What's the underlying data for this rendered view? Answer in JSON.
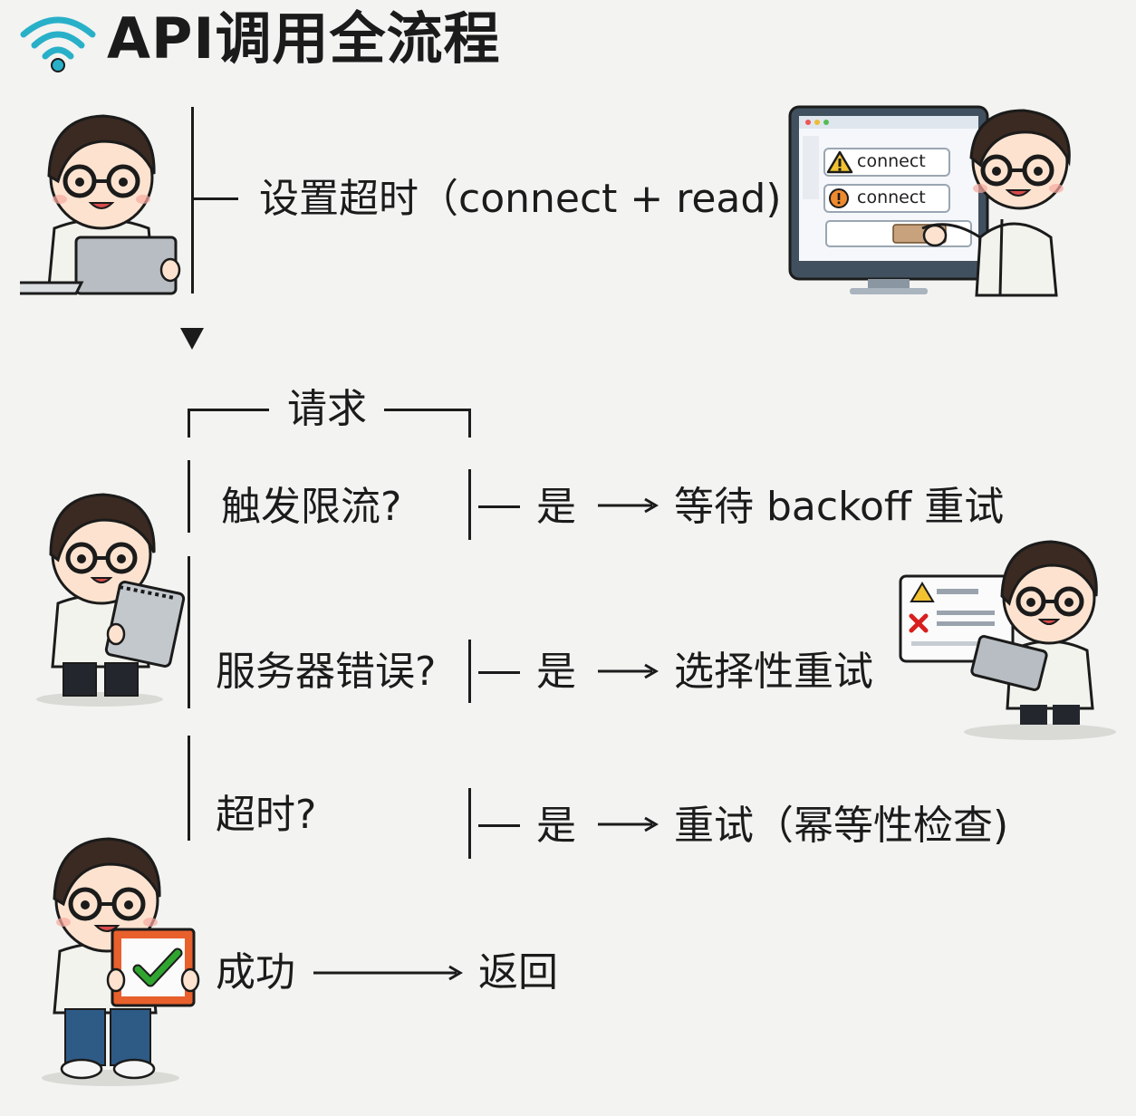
{
  "title": "API调用全流程",
  "icons": {
    "wifi": "wifi-icon",
    "warning": "warning-icon",
    "error": "error-icon",
    "check": "check-icon"
  },
  "colors": {
    "wifi": "#29b0c9",
    "check": "#2fa52f",
    "error": "#d81e1e",
    "warning": "#f2c230",
    "frame": "#e8602c"
  },
  "steps": {
    "timeout_setup": "设置超时（connect + read)",
    "request": "请求",
    "rate_limit_q": "触发限流?",
    "server_error_q": "服务器错误?",
    "timeout_q": "超时?",
    "success": "成功",
    "yes": "是",
    "rate_limit_action": "等待 backoff 重试",
    "server_error_action": "选择性重试",
    "timeout_action": "重试（幂等性检查)",
    "return": "返回"
  },
  "monitor": {
    "field_1": "connect",
    "field_2": "connect"
  }
}
